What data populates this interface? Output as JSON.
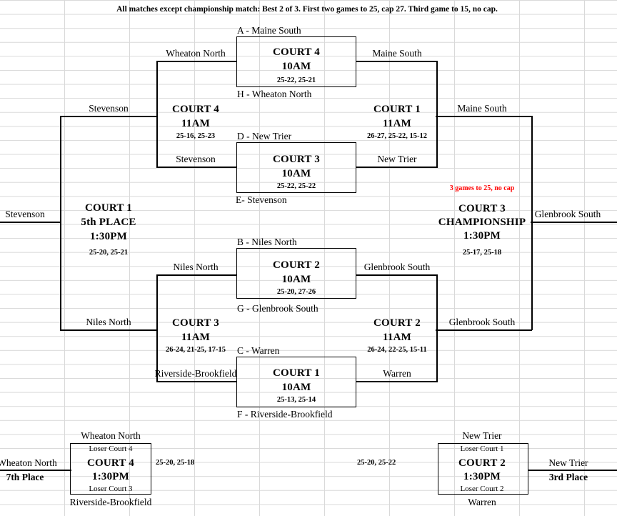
{
  "header": {
    "rules_note": "All matches except championship match:  Best 2 of 3.  First two games to 25, cap 27.  Third game to 15, no cap."
  },
  "quarterfinals": [
    {
      "id": "qf-court4-10am",
      "top_seed_label": "A - Maine South",
      "bottom_seed_label": "H - Wheaton North",
      "court": "COURT 4",
      "time": "10AM",
      "score": "25-22, 25-21",
      "winner": "Maine South"
    },
    {
      "id": "qf-court3-10am",
      "top_seed_label": "D - New Trier",
      "bottom_seed_label": "E- Stevenson",
      "court": "COURT 3",
      "time": "10AM",
      "score": "25-22, 25-22",
      "winner": "New Trier"
    },
    {
      "id": "qf-court2-10am",
      "top_seed_label": "B - Niles North",
      "bottom_seed_label": "G - Glenbrook South",
      "court": "COURT 2",
      "time": "10AM",
      "score": "25-20, 27-26",
      "winner": "Glenbrook South"
    },
    {
      "id": "qf-court1-10am",
      "top_seed_label": "C - Warren",
      "bottom_seed_label": "F - Riverside-Brookfield",
      "court": "COURT 1",
      "time": "10AM",
      "score": "25-13, 25-14",
      "winner": "Warren"
    }
  ],
  "consolation_semis": [
    {
      "id": "cons-court4-11am",
      "top_team": "Wheaton North",
      "bottom_team": "Stevenson",
      "court": "COURT 4",
      "time": "11AM",
      "score": "25-16, 25-23",
      "winner": "Stevenson"
    },
    {
      "id": "cons-court3-11am",
      "top_team": "Niles North",
      "bottom_team": "Riverside-Brookfield",
      "court": "COURT 3",
      "time": "11AM",
      "score": "26-24, 21-25, 17-15",
      "winner": "Niles North"
    }
  ],
  "semifinals": [
    {
      "id": "sf-court1-11am",
      "top_team": "Maine South",
      "bottom_team": "New Trier",
      "court": "COURT 1",
      "time": "11AM",
      "score": "26-27, 25-22, 15-12",
      "winner": "Maine South"
    },
    {
      "id": "sf-court2-11am",
      "top_team": "Glenbrook South",
      "bottom_team": "Warren",
      "court": "COURT 2",
      "time": "11AM",
      "score": "26-24, 22-25, 15-11",
      "winner": "Glenbrook South"
    }
  ],
  "fifth_place": {
    "id": "fifth-court1-130pm",
    "top_team": "Stevenson",
    "bottom_team": "Niles North",
    "court": "COURT 1",
    "title": "5th PLACE",
    "time": "1:30PM",
    "score": "25-20, 25-21",
    "winner": "Stevenson"
  },
  "championship": {
    "id": "champ-court3-130pm",
    "red_note": "3 games to 25, no cap",
    "court": "COURT 3",
    "title": "CHAMPIONSHIP",
    "time": "1:30PM",
    "score": "25-17, 25-18",
    "top_team": "Maine South",
    "bottom_team": "Glenbrook South",
    "winner": "Glenbrook South"
  },
  "seventh_place": {
    "id": "seventh-court4-130pm",
    "top_team": "Wheaton North",
    "bottom_team": "Riverside-Brookfield",
    "top_source": "Loser Court 4",
    "bottom_source": "Loser Court 3",
    "court": "COURT 4",
    "time": "1:30PM",
    "score": "25-20, 25-18",
    "winner": "Wheaton North",
    "place_label": "7th Place"
  },
  "third_place": {
    "id": "third-court2-130pm",
    "top_team": "New Trier",
    "bottom_team": "Warren",
    "top_source": "Loser Court 1",
    "bottom_source": "Loser Court 2",
    "court": "COURT 2",
    "time": "1:30PM",
    "score": "25-20, 25-22",
    "winner": "New Trier",
    "place_label": "3rd Place"
  }
}
